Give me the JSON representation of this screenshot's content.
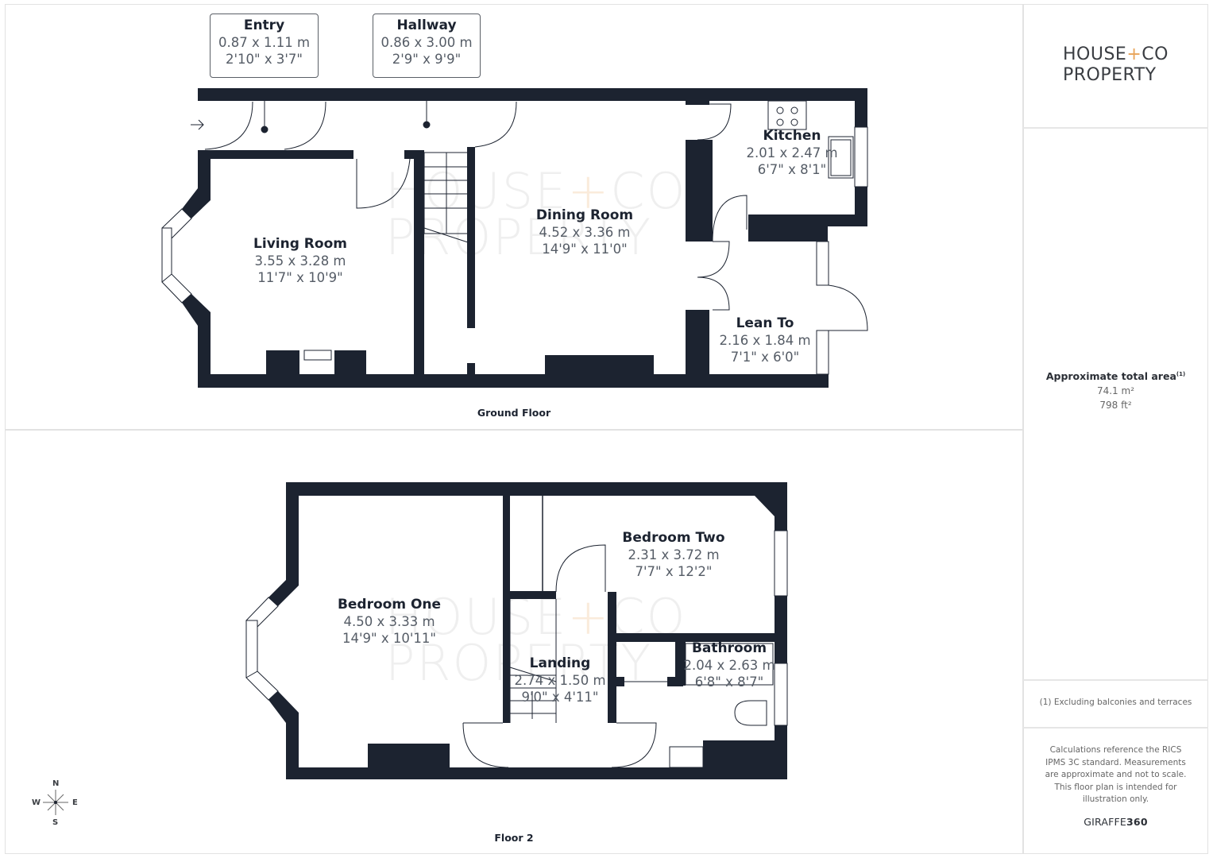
{
  "branding": {
    "logo_line1_left": "HOUSE",
    "logo_plus": "+",
    "logo_line1_right": "CO",
    "logo_line2": "PROPERTY",
    "accent_color": "#e8a45a",
    "wall_color": "#1c2330"
  },
  "watermark": {
    "line1_left": "HOUSE",
    "plus": "+",
    "line1_right": "CO",
    "line2": "PROPERTY"
  },
  "summary": {
    "title": "Approximate total area",
    "footnote_mark": "(1)",
    "area_m2": "74.1 m²",
    "area_ft2": "798 ft²",
    "footnote": "(1) Excluding balconies and terraces",
    "disclaimer": "Calculations reference the RICS IPMS 3C standard. Measurements are approximate and not to scale. This floor plan is intended for illustration only.",
    "credit_light": "GIRAFFE",
    "credit_bold": "360"
  },
  "floors": [
    {
      "title": "Ground Floor",
      "rooms": [
        {
          "name": "Entry",
          "metric": "0.87 x 1.11 m",
          "imperial": "2'10\" x 3'7\""
        },
        {
          "name": "Hallway",
          "metric": "0.86 x 3.00 m",
          "imperial": "2'9\" x 9'9\""
        },
        {
          "name": "Living Room",
          "metric": "3.55 x 3.28 m",
          "imperial": "11'7\" x 10'9\""
        },
        {
          "name": "Dining Room",
          "metric": "4.52 x 3.36 m",
          "imperial": "14'9\" x 11'0\""
        },
        {
          "name": "Kitchen",
          "metric": "2.01 x 2.47 m",
          "imperial": "6'7\" x 8'1\""
        },
        {
          "name": "Lean To",
          "metric": "2.16 x 1.84 m",
          "imperial": "7'1\" x 6'0\""
        }
      ]
    },
    {
      "title": "Floor 2",
      "rooms": [
        {
          "name": "Bedroom One",
          "metric": "4.50 x 3.33 m",
          "imperial": "14'9\" x 10'11\""
        },
        {
          "name": "Bedroom Two",
          "metric": "2.31 x 3.72 m",
          "imperial": "7'7\" x 12'2\""
        },
        {
          "name": "Landing",
          "metric": "2.74 x 1.50 m",
          "imperial": "9'0\" x 4'11\""
        },
        {
          "name": "Bathroom",
          "metric": "2.04 x 2.63 m",
          "imperial": "6'8\" x 8'7\""
        }
      ]
    }
  ],
  "compass": {
    "n": "N",
    "s": "S",
    "e": "E",
    "w": "W"
  }
}
